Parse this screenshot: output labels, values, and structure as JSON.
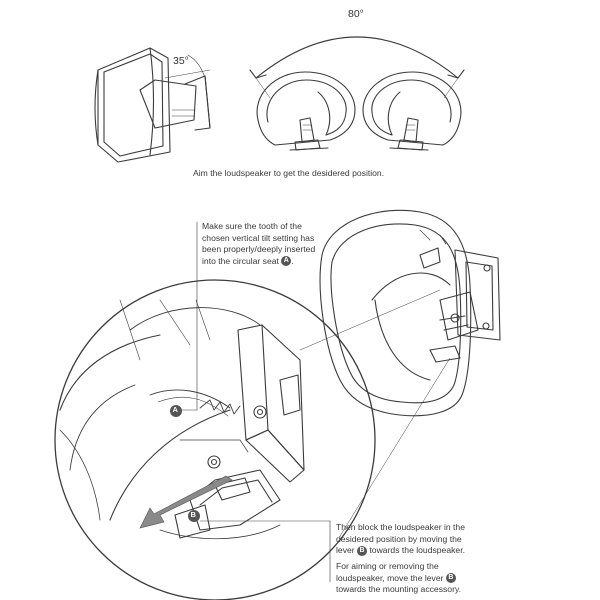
{
  "figure": {
    "top_angle_label": "80°",
    "tilt_angle_label": "35°",
    "caption_aim": "Aim the loudspeaker to get the desidered position.",
    "note_tooth": {
      "line1": "Make sure the tooth of the",
      "line2": "chosen vertical tilt setting has",
      "line3": "been properly/deeply inserted",
      "line4": "into the circular seat",
      "marker": "A"
    },
    "note_block": {
      "line1": "Then block the loudspeaker in the",
      "line2": "desidered position by moving the",
      "line3_prefix": "lever",
      "marker": "B",
      "line3_suffix": "towards the loudspeaker."
    },
    "note_remove": {
      "line1": "For aiming or removing the",
      "line2_prefix": "loudspeaker, move the lever",
      "marker": "B",
      "line3": "towards the mounting accessory."
    },
    "callout_a": "A",
    "callout_b": "B"
  }
}
